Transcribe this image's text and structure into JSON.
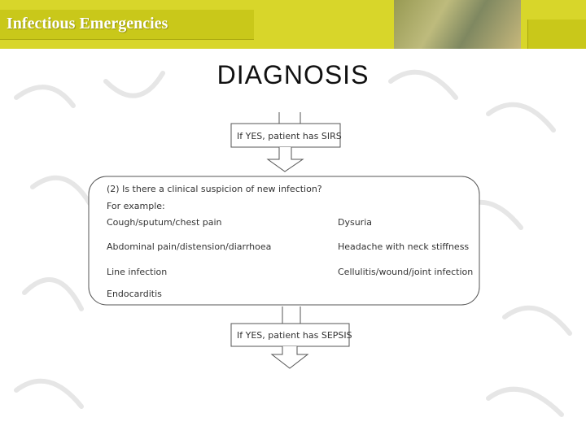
{
  "header": {
    "title": "Infectious Emergencies"
  },
  "slide": {
    "title": "DIAGNOSIS"
  },
  "flowchart": {
    "sirs_box": "If YES, patient has SIRS",
    "question": "(2) Is there a clinical suspicion of new infection?",
    "example_intro": "For example:",
    "examples_left": [
      "Cough/sputum/chest pain",
      "Abdominal pain/distension/diarrhoea",
      "Line infection",
      "Endocarditis"
    ],
    "examples_right": [
      "Dysuria",
      "Headache with neck stiffness",
      "Cellulitis/wound/joint infection"
    ],
    "sepsis_box": "If YES, patient has SEPSIS"
  },
  "colors": {
    "header_band": "#d8d62a",
    "header_box": "#c9c81a",
    "flow_stroke": "#555555"
  }
}
